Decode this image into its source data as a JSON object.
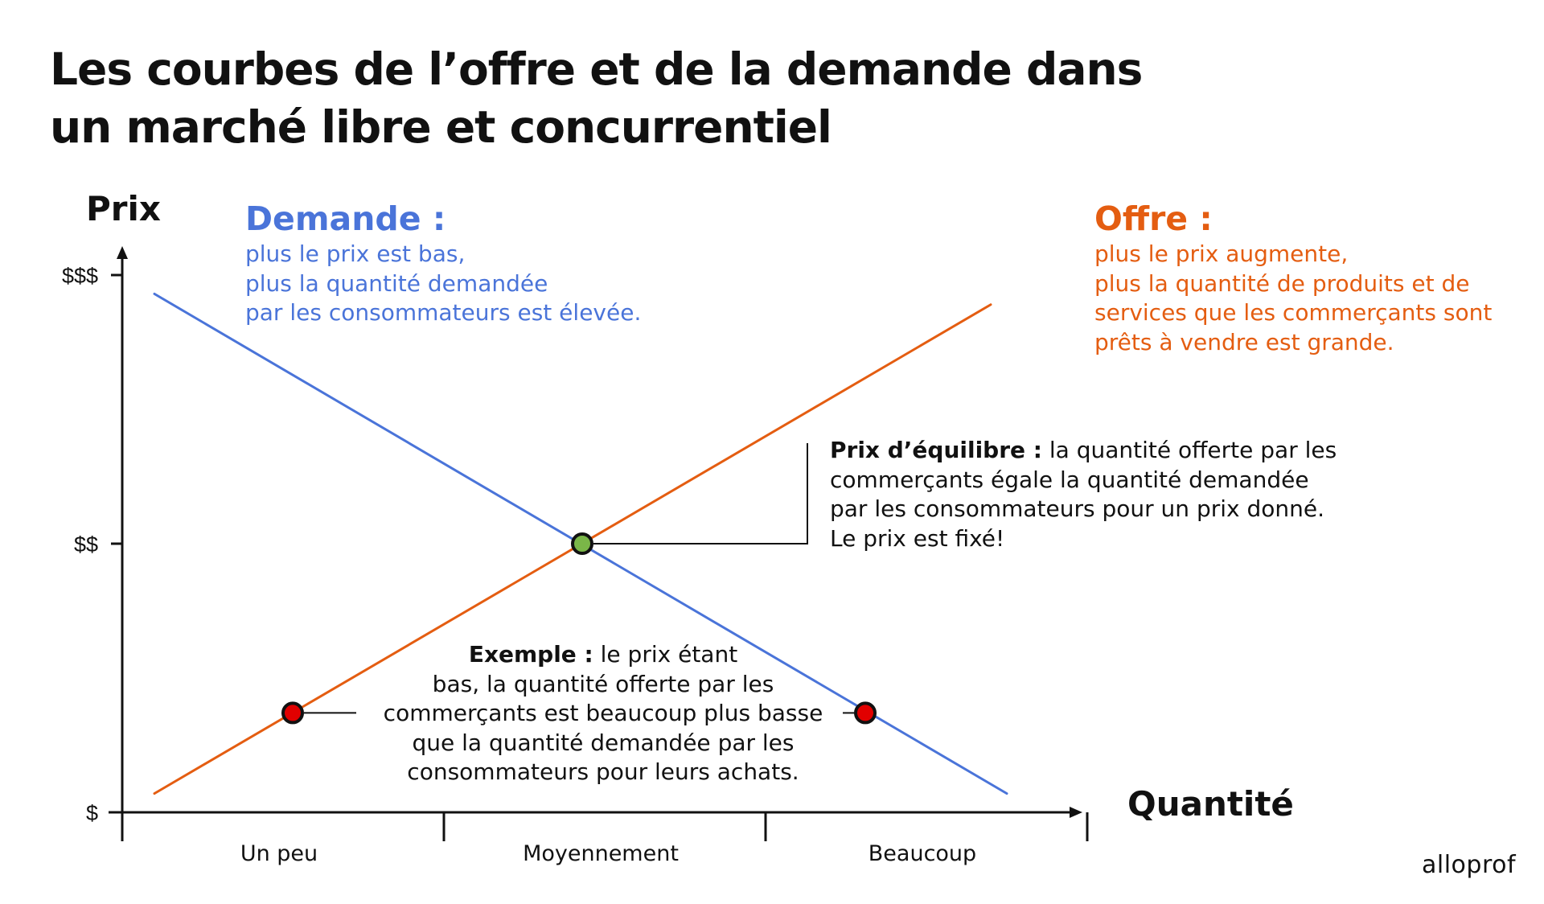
{
  "title_lines": [
    "Les courbes de l’offre et de la demande dans",
    "un marché libre et concurrentiel"
  ],
  "colors": {
    "demand": "#4a74d9",
    "supply": "#e45d11",
    "equilibrium_point": "#7ab648",
    "example_point": "#e10000",
    "axis": "#111111"
  },
  "chart_data": {
    "type": "line",
    "xlabel": "Quantité",
    "ylabel": "Prix",
    "x_categories": [
      "Un peu",
      "Moyennement",
      "Beaucoup"
    ],
    "y_ticks": [
      "$",
      "$$",
      "$$$"
    ],
    "xlim": [
      0,
      3
    ],
    "ylim": [
      0,
      2
    ],
    "series": [
      {
        "name": "Demande",
        "x": [
          0.1,
          2.75
        ],
        "y": [
          1.93,
          0.07
        ]
      },
      {
        "name": "Offre",
        "x": [
          0.1,
          2.7
        ],
        "y": [
          0.07,
          1.89
        ]
      }
    ],
    "points": [
      {
        "role": "equilibrium",
        "x": 1.43,
        "y": 1.0
      },
      {
        "role": "example-supply",
        "x": 0.53,
        "y": 0.37
      },
      {
        "role": "example-demand",
        "x": 2.31,
        "y": 0.37
      }
    ],
    "grid": false
  },
  "demand_note": {
    "heading": "Demande :",
    "lines": [
      "plus le prix est bas,",
      "plus la quantité demandée",
      "par les consommateurs est élevée."
    ]
  },
  "supply_note": {
    "heading": "Offre :",
    "lines": [
      "plus le prix augmente,",
      "plus la quantité de produits et de",
      "services que les commerçants sont",
      "prêts à vendre est grande."
    ]
  },
  "equilibrium_note": {
    "bold": "Prix d’équilibre :",
    "line1_rest": " la quantité offerte par les",
    "lines": [
      "commerçants égale la quantité demandée",
      "par les consommateurs pour un prix donné.",
      "Le prix est fixé!"
    ]
  },
  "example_note": {
    "bold": "Exemple :",
    "line1_rest": " le prix étant",
    "lines": [
      "bas, la quantité offerte par les",
      "commerçants est beaucoup plus basse",
      "que la quantité demandée par les",
      "consommateurs pour leurs achats."
    ]
  },
  "logo": "alloprof"
}
